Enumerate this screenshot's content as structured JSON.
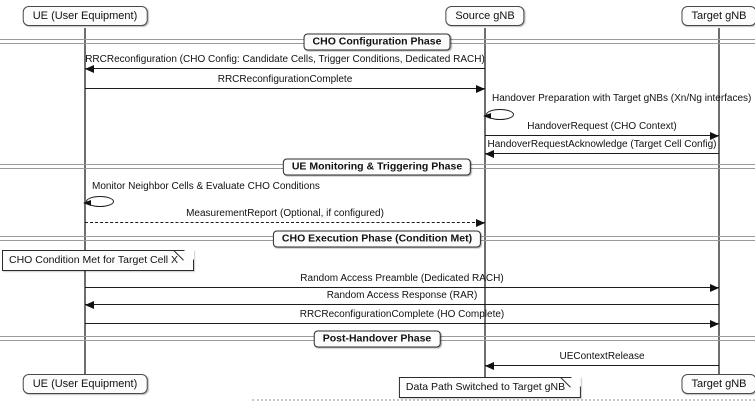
{
  "diagram": {
    "participants": [
      {
        "id": "ue",
        "label": "UE (User Equipment)"
      },
      {
        "id": "source",
        "label": "Source gNB"
      },
      {
        "id": "target",
        "label": "Target gNB"
      }
    ],
    "footer_participants": [
      "ue",
      "target"
    ],
    "events": [
      {
        "type": "divider",
        "label": "CHO Configuration Phase"
      },
      {
        "type": "message",
        "text": "RRCReconfiguration (CHO Config: Candidate Cells, Trigger Conditions, Dedicated RACH)",
        "from": "source",
        "to": "ue",
        "style": "solid"
      },
      {
        "type": "message",
        "text": "RRCReconfigurationComplete",
        "from": "ue",
        "to": "source",
        "style": "solid"
      },
      {
        "type": "self",
        "text": "Handover Preparation with Target gNBs (Xn/Ng interfaces)",
        "at": "source"
      },
      {
        "type": "message",
        "text": "HandoverRequest (CHO Context)",
        "from": "source",
        "to": "target",
        "style": "solid"
      },
      {
        "type": "message",
        "text": "HandoverRequestAcknowledge (Target Cell Config)",
        "from": "target",
        "to": "source",
        "style": "solid"
      },
      {
        "type": "divider",
        "label": "UE Monitoring & Triggering Phase"
      },
      {
        "type": "self",
        "text": "Monitor Neighbor Cells & Evaluate CHO Conditions",
        "at": "ue"
      },
      {
        "type": "message",
        "text": "MeasurementReport (Optional, if configured)",
        "from": "ue",
        "to": "source",
        "style": "dashed"
      },
      {
        "type": "divider",
        "label": "CHO Execution Phase (Condition Met)"
      },
      {
        "type": "note",
        "text": "CHO Condition Met for Target Cell X",
        "at": "ue"
      },
      {
        "type": "message",
        "text": "Random Access Preamble (Dedicated RACH)",
        "from": "ue",
        "to": "target",
        "style": "solid"
      },
      {
        "type": "message",
        "text": "Random Access Response (RAR)",
        "from": "target",
        "to": "ue",
        "style": "solid"
      },
      {
        "type": "message",
        "text": "RRCReconfigurationComplete (HO Complete)",
        "from": "ue",
        "to": "target",
        "style": "solid"
      },
      {
        "type": "divider",
        "label": "Post-Handover Phase"
      },
      {
        "type": "message",
        "text": "UEContextRelease",
        "from": "target",
        "to": "source",
        "style": "solid"
      },
      {
        "type": "note",
        "text": "Data Path Switched to Target gNB",
        "at": "source",
        "position": "footer"
      }
    ],
    "colors": {
      "message_line": "#1c1c1c",
      "lifeline": "#6e6e6e",
      "divider_line": "#9a9a9a",
      "box_fill": "#fcfcfc",
      "box_border": "#4a4a4a"
    }
  }
}
